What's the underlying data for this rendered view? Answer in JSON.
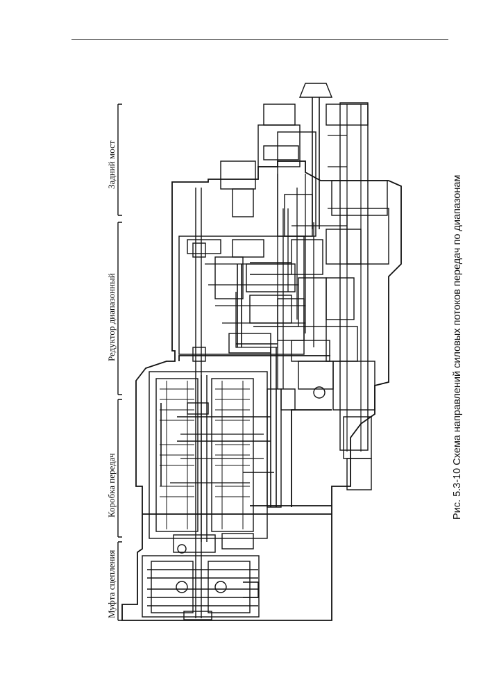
{
  "sections": {
    "clutch": "Муфта сцепления",
    "gearbox": "Коробка передач",
    "range_reducer": "Редуктор диапазонный",
    "rear_axle": "Задний мост"
  },
  "caption": "Рис. 5.3-10 Схема направлений силовых потоков передач по диапазонам",
  "colors": {
    "ink": "#111111",
    "paper": "#ffffff"
  }
}
